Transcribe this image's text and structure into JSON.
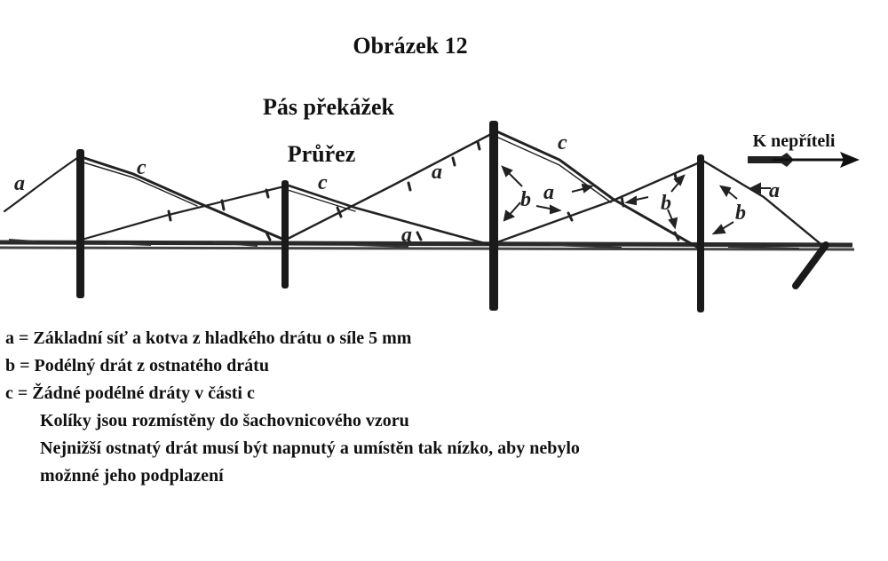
{
  "figure_number": "Obrázek 12",
  "title": "Pás překážek",
  "subtitle": "Průřez",
  "direction_label": "K nepříteli",
  "wire_labels": {
    "a": "a",
    "b": "b",
    "c": "c"
  },
  "legend": [
    "a = Základní síť a kotva z hladkého drátu o síle 5 mm",
    "b = Podélný drát z ostnatého drátu",
    "c = Žádné podélné dráty v části c"
  ],
  "notes": [
    "Kolíky jsou rozmístěny do šachovnicového vzoru",
    "Nejnižší ostnatý drát musí být napnutý a umístěn tak nízko, aby nebylo",
    "možnné jeho podplazení"
  ],
  "colors": {
    "ink": "#111111",
    "ground": "#2a2a2a"
  }
}
